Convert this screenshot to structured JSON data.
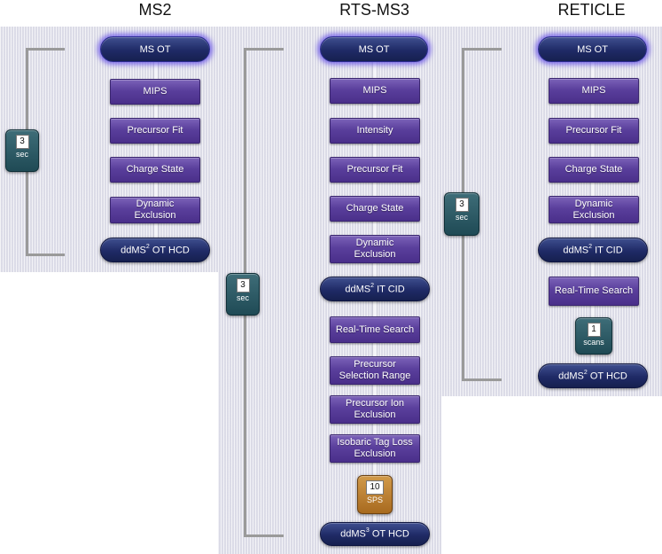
{
  "columns": {
    "ms2": {
      "title": "MS2",
      "steps": [
        "MIPS",
        "Precursor Fit",
        "Charge State",
        "Dynamic Exclusion"
      ],
      "top_scan": "MS OT",
      "bottom_scan": "OT HCD",
      "badge": {
        "value": "3",
        "unit": "sec"
      }
    },
    "rts": {
      "title": "RTS-MS3",
      "steps_a": [
        "MIPS",
        "Intensity",
        "Precursor Fit",
        "Charge State",
        "Dynamic Exclusion"
      ],
      "steps_b": [
        "Real-Time Search",
        "Precursor Selection Range",
        "Precursor Ion Exclusion",
        "Isobaric Tag Loss Exclusion"
      ],
      "top_scan": "MS OT",
      "mid_scan": "IT CID",
      "bottom_scan": "OT HCD",
      "badge": {
        "value": "3",
        "unit": "sec"
      },
      "sps_badge": {
        "value": "10",
        "unit": "SPS"
      }
    },
    "reticle": {
      "title": "RETICLE",
      "steps": [
        "MIPS",
        "Precursor Fit",
        "Charge State",
        "Dynamic Exclusion"
      ],
      "rts_step": "Real-Time Search",
      "top_scan": "MS OT",
      "mid_scan": "IT CID",
      "bottom_scan": "OT HCD",
      "badge": {
        "value": "3",
        "unit": "sec"
      },
      "scans_badge": {
        "value": "1",
        "unit": "scans"
      }
    }
  },
  "scan_prefix": "ddMS",
  "ms2_sup": "2",
  "ms3_sup": "3"
}
